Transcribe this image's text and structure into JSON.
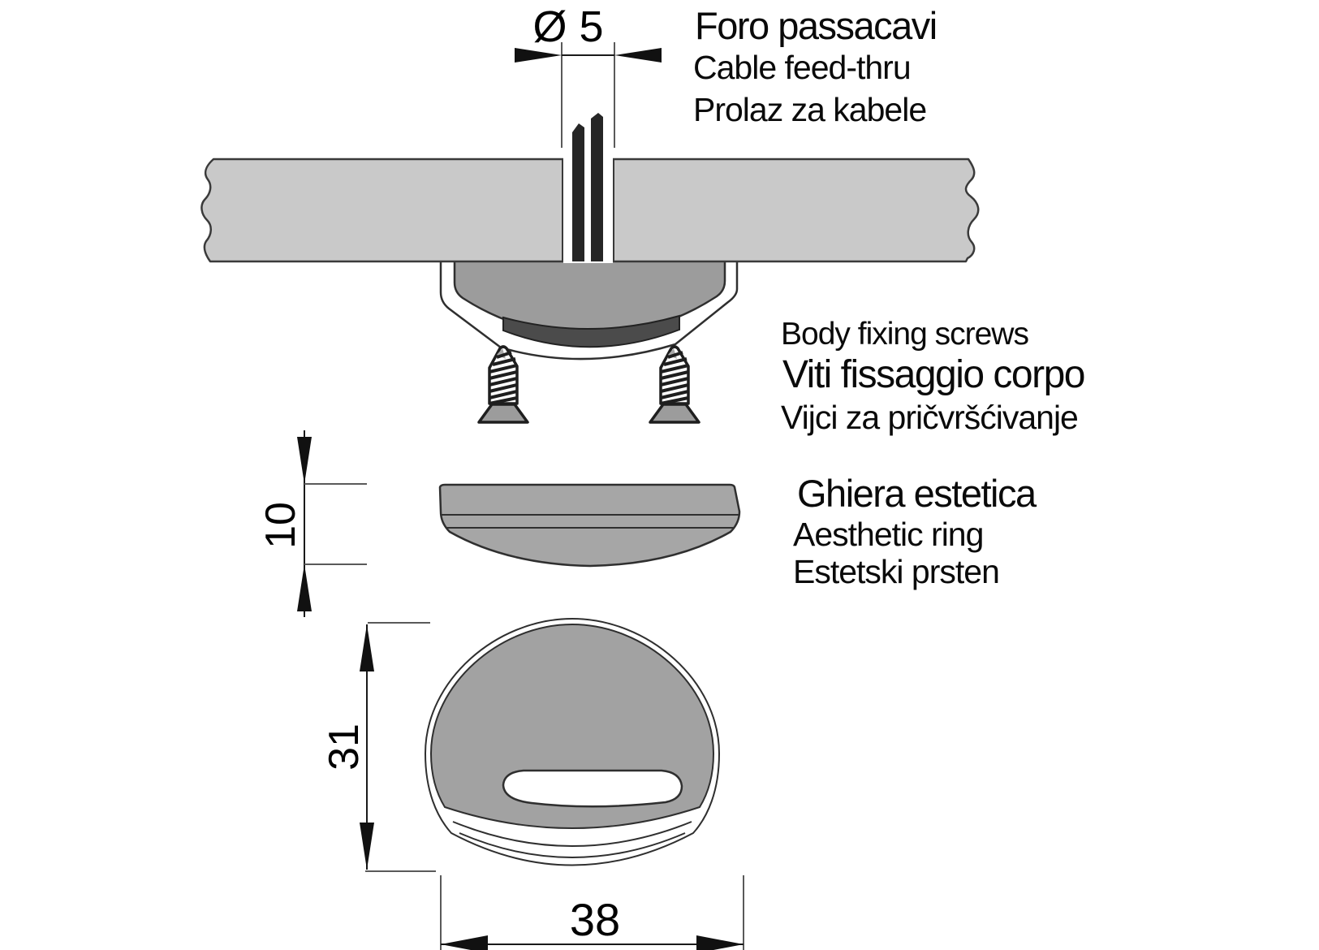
{
  "drawing": {
    "type": "technical-installation-diagram",
    "views": [
      "mounting cross-section",
      "aesthetic ring side view",
      "body front view"
    ],
    "colors": {
      "panel_fill": "#c9c9c9",
      "body_fill": "#9c9c9c",
      "rubber_band_fill": "#4b4b4b",
      "ring_fill": "#a6a6a6",
      "front_body_fill": "#a2a2a2",
      "outline": "#2f2f2f",
      "cable": "#262626"
    }
  },
  "labels": {
    "feedthru": {
      "it": "Foro passacavi",
      "en": "Cable feed-thru",
      "hr": "Prolaz za kabele"
    },
    "screws": {
      "en": "Body fixing screws",
      "it": "Viti fissaggio corpo",
      "hr": "Vijci za pričvršćivanje"
    },
    "ring": {
      "it": "Ghiera estetica",
      "en": "Aesthetic ring",
      "hr": "Estetski prsten"
    }
  },
  "dimensions": {
    "hole_diameter": "Ø 5",
    "ring_height": "10",
    "body_height": "31",
    "body_width": "38"
  }
}
